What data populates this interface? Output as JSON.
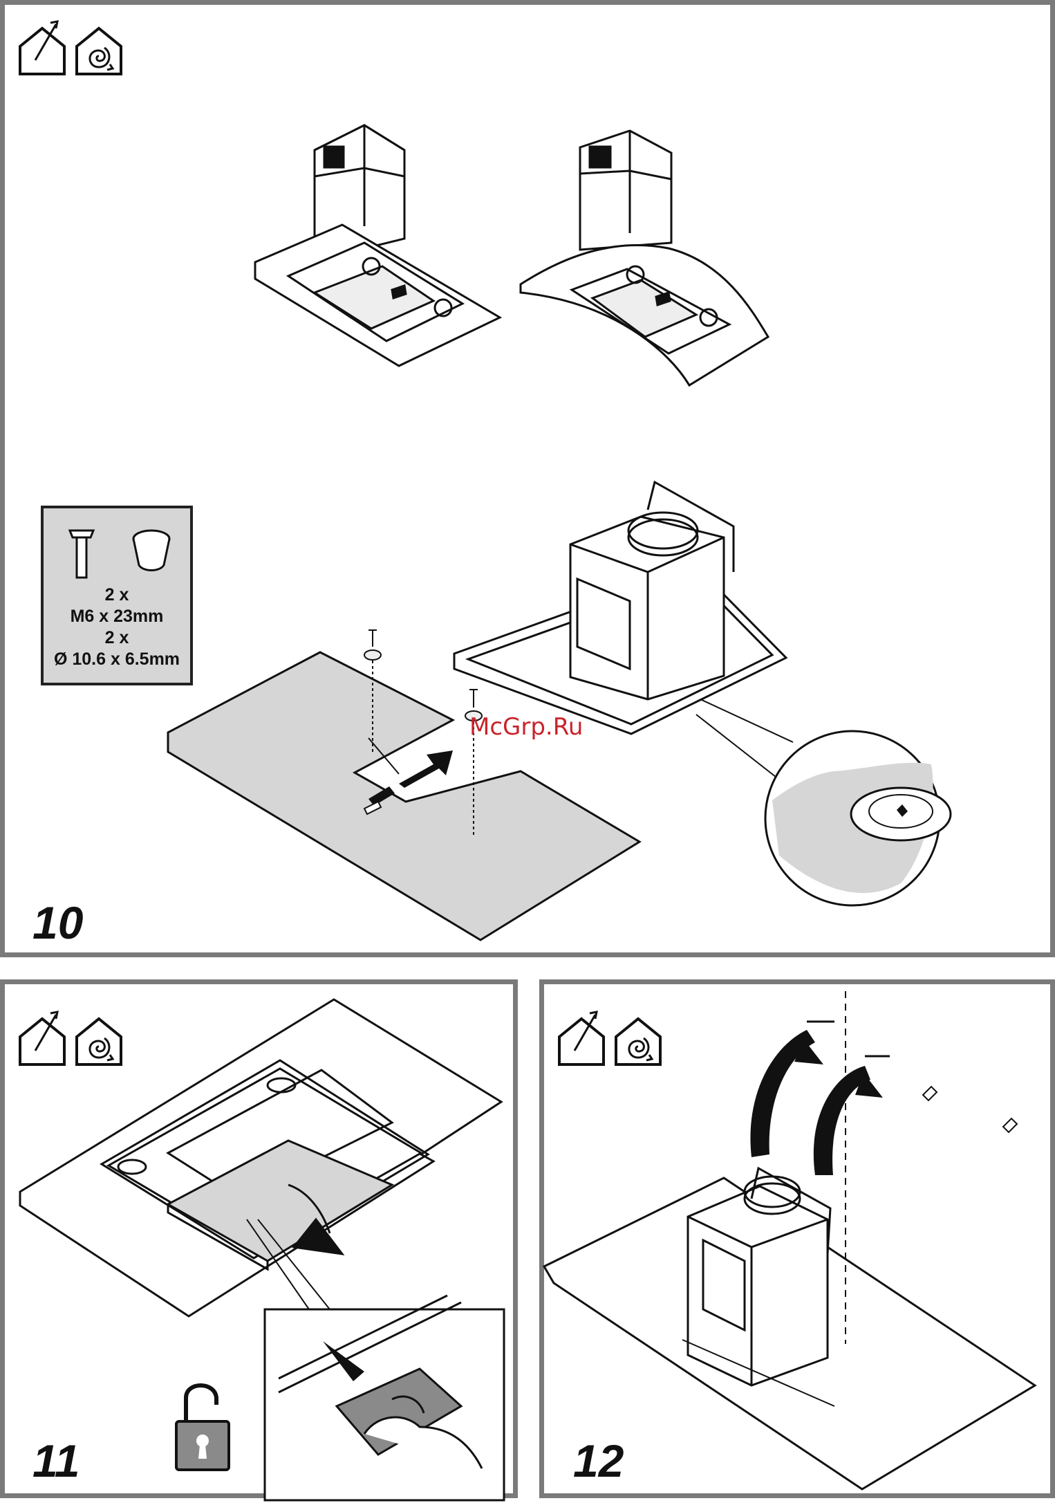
{
  "panels": {
    "step10": {
      "number": "10"
    },
    "step11": {
      "number": "11"
    },
    "step12": {
      "number": "12"
    }
  },
  "icons": [
    "ducted-exhaust-icon",
    "recirculation-icon",
    "open-padlock-icon"
  ],
  "parts_box": {
    "line1": "2 x",
    "line2": "M6 x 23mm",
    "line3": "2 x",
    "line4": "Ø 10.6 x 6.5mm"
  },
  "watermark": "McGrp.Ru",
  "colors": {
    "frame": "#7a7a7a",
    "fill_grey": "#d6d6d6",
    "watermark": "#c8242b",
    "lock": "#8a8a8a"
  }
}
